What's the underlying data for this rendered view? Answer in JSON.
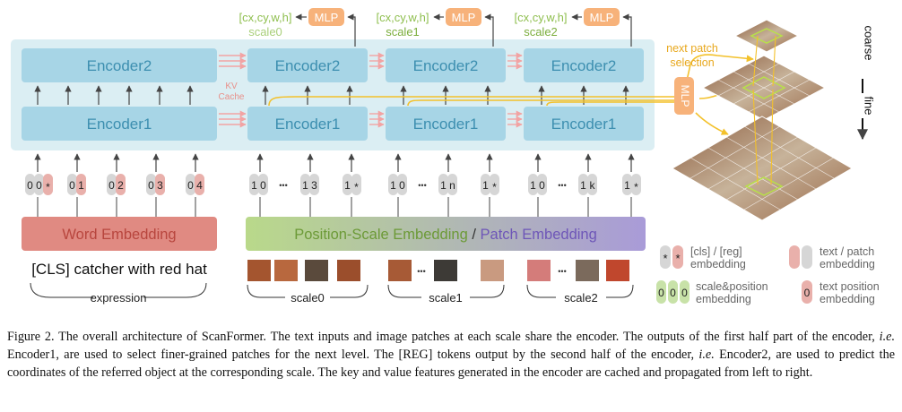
{
  "colors": {
    "panel": "#dbeef3",
    "encoder": "#a7d5e6",
    "encoder_text": "#3d8fb0",
    "kv_arrow": "#f2a3a3",
    "mlp": "#f7b27a",
    "yellow": "#f3c12b",
    "green_text": "#8fbf4f",
    "word_emb": "#e08a82",
    "pos_emb_start": "#b9d98a",
    "pos_emb_end": "#a99bd8"
  },
  "encoders": {
    "left_top": "Encoder2",
    "left_bottom": "Encoder1",
    "scale0_top": "Encoder2",
    "scale0_bottom": "Encoder1",
    "scale1_top": "Encoder2",
    "scale1_bottom": "Encoder1",
    "scale2_top": "Encoder2",
    "scale2_bottom": "Encoder1"
  },
  "kv_cache": {
    "line1": "KV",
    "line2": "Cache"
  },
  "outputs": [
    {
      "coords": "[cx,cy,w,h]",
      "scale": "scale0",
      "mlp": "MLP"
    },
    {
      "coords": "[cx,cy,w,h]",
      "scale": "scale1",
      "mlp": "MLP"
    },
    {
      "coords": "[cx,cy,w,h]",
      "scale": "scale2",
      "mlp": "MLP"
    }
  ],
  "next_patch": {
    "line1": "next patch",
    "line2": "selection",
    "mlp": "MLP"
  },
  "pyramid": {
    "coarse": "coarse",
    "fine": "fine"
  },
  "word_tokens": [
    {
      "a": "0",
      "b": "0",
      "c": "*"
    },
    {
      "a": "0",
      "b": "1"
    },
    {
      "a": "0",
      "b": "2"
    },
    {
      "a": "0",
      "b": "3"
    },
    {
      "a": "0",
      "b": "4"
    }
  ],
  "scale_tokens": [
    {
      "tokens": [
        {
          "a": "1",
          "b": "0"
        },
        {
          "a": "1",
          "b": "3"
        },
        {
          "a": "1",
          "b": "*"
        }
      ]
    },
    {
      "tokens": [
        {
          "a": "1",
          "b": "0"
        },
        {
          "a": "1",
          "b": "n"
        },
        {
          "a": "1",
          "b": "*"
        }
      ]
    },
    {
      "tokens": [
        {
          "a": "1",
          "b": "0"
        },
        {
          "a": "1",
          "b": "k"
        },
        {
          "a": "1",
          "b": "*"
        }
      ]
    }
  ],
  "ellipsis": "•••",
  "embedding": {
    "word": "Word Embedding",
    "position_scale": "Position-Scale Embedding",
    "slash": " / ",
    "patch": "Patch Embedding"
  },
  "expression_text": "[CLS] catcher with red hat",
  "bracket_labels": {
    "expression": "expression",
    "scale0": "scale0",
    "scale1": "scale1",
    "scale2": "scale2"
  },
  "legend": {
    "cls_reg": {
      "line1": "[cls] / [reg]",
      "line2": "embedding",
      "glyph": "*"
    },
    "text_patch": {
      "line1": "text / patch",
      "line2": "embedding"
    },
    "scale_pos": {
      "line1": "scale&position",
      "line2": "embedding",
      "glyph": "0"
    },
    "text_pos": {
      "line1": "text position",
      "line2": "embedding",
      "glyph": "0"
    }
  },
  "caption": {
    "p1": "Figure 2. The overall architecture of ScanFormer. The text inputs and image patches at each scale share the encoder. The outputs of the first half part of the encoder, ",
    "ie1": "i.e.",
    "p2": " Encoder1, are used to select finer-grained patches for the next level. The [REG] tokens output by the second half of the encoder, ",
    "ie2": "i.e.",
    "p3": " Encoder2, are used to predict the coordinates of the referred object at the corresponding scale. The key and value features generated in the encoder are cached and propagated from left to right."
  }
}
